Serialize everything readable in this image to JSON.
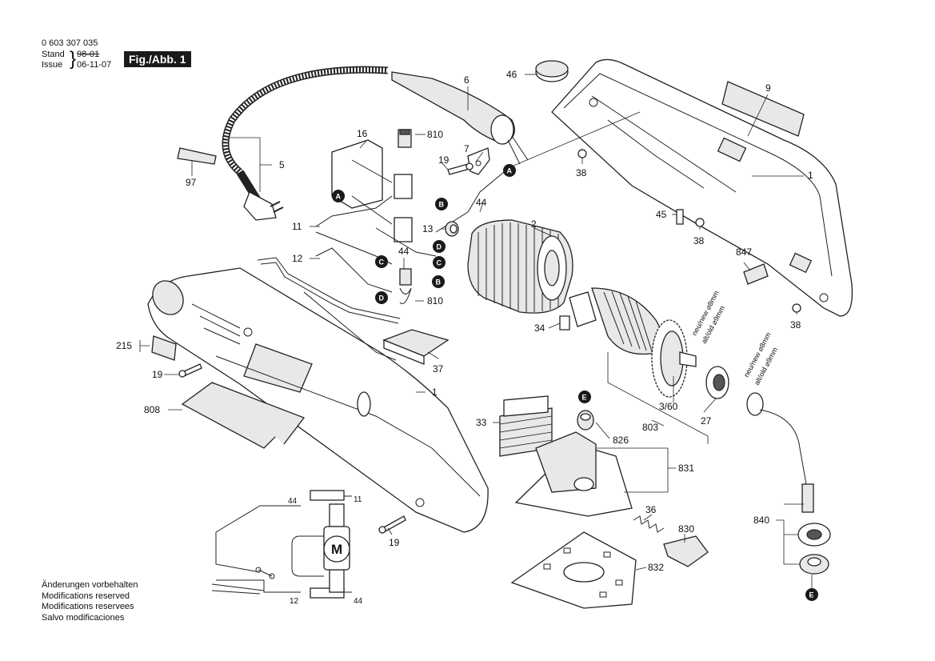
{
  "header": {
    "part_number": "0 603 307 035",
    "stand_label": "Stand",
    "stand_value": "98-01",
    "issue_label": "Issue",
    "issue_value": "06-11-07",
    "figure": "Fig./Abb. 1"
  },
  "footer": {
    "lines": [
      "Änderungen vorbehalten",
      "Modifications reserved",
      "Modifications reservees",
      "Salvo modificaciones"
    ]
  },
  "part_labels": {
    "p0": "6",
    "p1": "46",
    "p2": "9",
    "p3": "16",
    "p4": "810",
    "p5": "5",
    "p6": "97",
    "p7": "19",
    "p8": "7",
    "p9": "38",
    "p10": "44",
    "p11": "1",
    "p12": "2",
    "p13": "11",
    "p14": "13",
    "p15": "45",
    "p16": "38",
    "p17": "12",
    "p18": "44",
    "p19": "847",
    "p20": "810",
    "p21": "34",
    "p22": "38",
    "p23": "215",
    "p24": "19",
    "p25": "37",
    "p26": "1",
    "p27": "3/60",
    "p28": "27",
    "p29": "803",
    "p30": "808",
    "p31": "33",
    "p32": "826",
    "p33": "831",
    "p34": "36",
    "p35": "830",
    "p36": "840",
    "p37": "832",
    "p38": "19",
    "p39": "44",
    "p40": "11",
    "p41": "12",
    "p42": "44"
  },
  "markers": {
    "m0": "A",
    "m1": "A",
    "m2": "B",
    "m3": "C",
    "m4": "D",
    "m5": "C",
    "m6": "B",
    "m7": "D",
    "m8": "E",
    "m9": "E"
  },
  "annotations": {
    "armature_top": "neu/new ⌀8mm",
    "armature_bottom": "alt/old ⌀9mm",
    "bearing_top": "neu/new ⌀8mm",
    "bearing_bottom": "alt/old ⌀9mm",
    "motor_symbol": "M"
  }
}
